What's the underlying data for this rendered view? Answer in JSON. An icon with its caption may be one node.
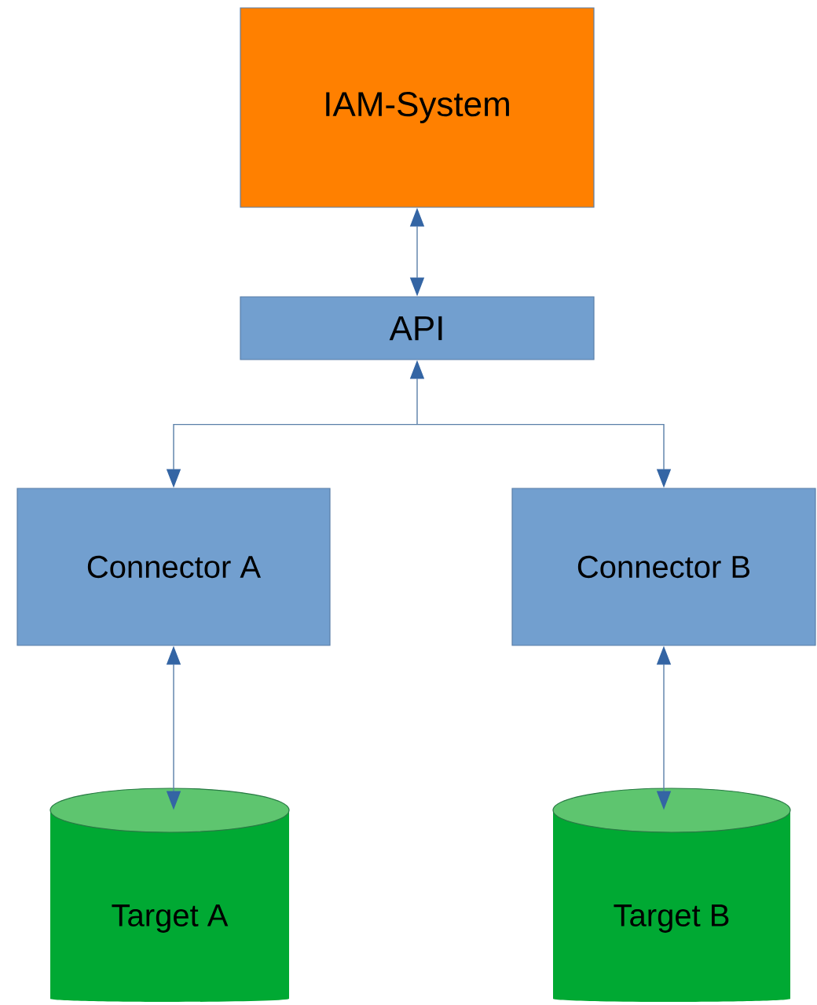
{
  "diagram": {
    "nodes": [
      {
        "text": [
          "IAM-System"
        ]
      },
      {
        "text": [
          "API"
        ]
      },
      {
        "text": [
          "Connector A"
        ]
      },
      {
        "text": [
          "Connector B"
        ]
      },
      {
        "text": [
          "Target A"
        ]
      },
      {
        "text": [
          "Target B"
        ]
      }
    ],
    "edges": [
      {
        "from": 0,
        "to": 1,
        "arrow": "both"
      },
      {
        "from": 1,
        "to": 2,
        "arrow": "both"
      },
      {
        "from": 1,
        "to": 3,
        "arrow": "both"
      },
      {
        "from": 2,
        "to": 4,
        "arrow": "both"
      },
      {
        "from": 3,
        "to": 5,
        "arrow": "both"
      }
    ]
  }
}
